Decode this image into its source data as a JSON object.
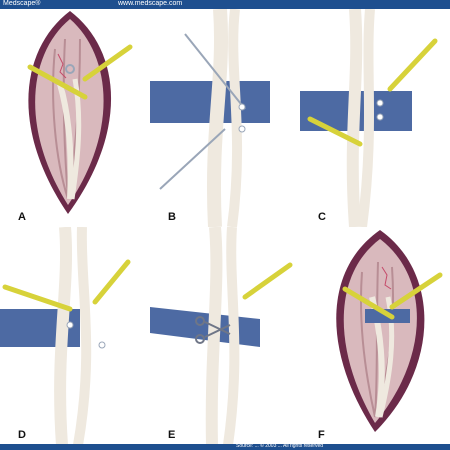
{
  "header": {
    "left_brand": "Medscape®",
    "center_url": "www.medscape.com"
  },
  "footer": {
    "text": "Source: ... © 2003 ... All rights reserved"
  },
  "panels": [
    {
      "label": "A"
    },
    {
      "label": "B"
    },
    {
      "label": "C"
    },
    {
      "label": "D"
    },
    {
      "label": "E"
    },
    {
      "label": "F"
    }
  ],
  "colors": {
    "header_blue": "#1e4f8f",
    "tissue_purple": "#6b2a49",
    "muscle_pink": "#d9b9bd",
    "nerve_cream": "#efe9df",
    "retractor_blue": "#4d6aa3",
    "probe_yellow": "#d7d23a"
  }
}
